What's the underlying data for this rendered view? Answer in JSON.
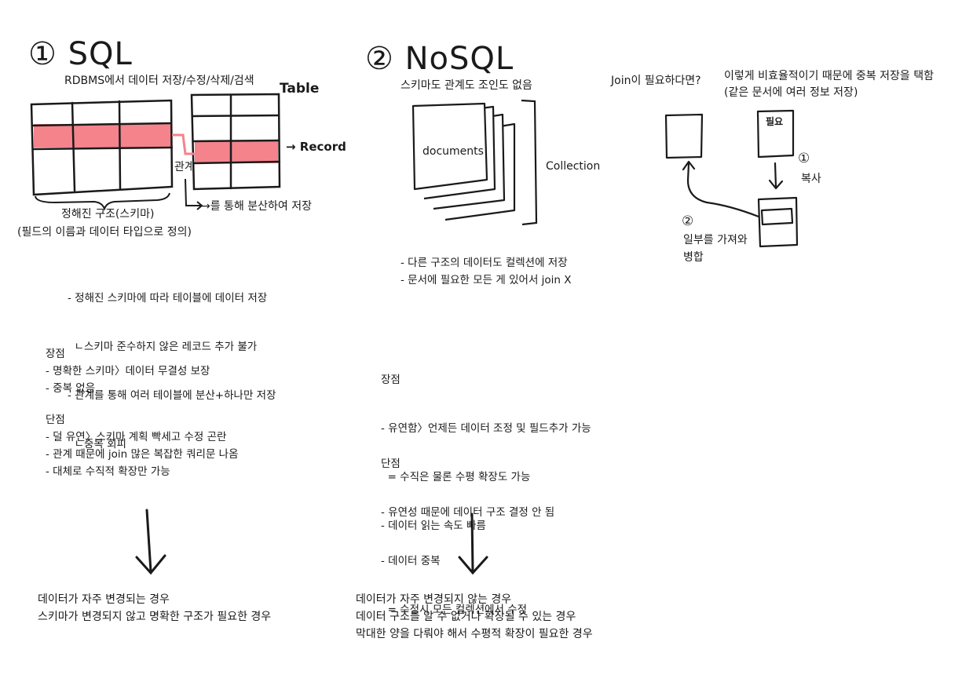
{
  "sql": {
    "title": "① SQL",
    "subtitle": "RDBMS에서 데이터 저장/수정/삭제/검색",
    "table_label": "Table",
    "record_label": "→ Record",
    "relation_label": "관계",
    "relation_note": "→를 통해 분산하여 저장",
    "schema_line1": "정해진 구조(스키마)",
    "schema_line2": "(필드의 이름과 데이터 타입으로 정의)",
    "notes": [
      "- 정해진 스키마에 따라 테이블에 데이터 저장",
      "  ㄴ스키마 준수하지 않은 레코드 추가 불가",
      "- 관계를 통해 여러 테이블에 분산+하나만 저장",
      "  ㄴ중복 회피"
    ],
    "pros_title": "장점",
    "pros": [
      "- 명확한 스키마〉데이터 무결성 보장",
      "- 중복 없음"
    ],
    "cons_title": "단점",
    "cons": [
      "- 덜 유연〉스키마 계획 빡세고 수정 곤란",
      "- 관계 때문에 join 많은 복잡한 쿼리문 나옴",
      "- 대체로 수직적 확장만 가능"
    ],
    "conclusion": [
      "데이터가 자주 변경되는 경우",
      "스키마가 변경되지 않고 명확한 구조가 필요한 경우"
    ]
  },
  "nosql": {
    "title": "② NoSQL",
    "subtitle": "스키마도 관계도 조인도 없음",
    "documents_label": "documents",
    "collection_label": "Collection",
    "notes": [
      "- 다른 구조의 데이터도 컬렉션에 저장",
      "- 문서에 필요한 모든 게 있어서 join X"
    ],
    "pros_title": "장점",
    "pros": [
      "- 유연함〉언제든 데이터 조정 및 필드추가 가능",
      "  = 수직은 물론 수평 확장도 가능",
      "- 데이터 읽는 속도 빠름"
    ],
    "cons_title": "단점",
    "cons": [
      "- 유연성 때문에 데이터 구조 결정 안 됨",
      "- 데이터 중복",
      "  = 수정시 모든 컬렉션에서 수정"
    ],
    "conclusion": [
      "데이터가 자주 변경되지 않는 경우",
      "데이터 구조를 알 수 없거나 확장될 수 있는 경우",
      "막대한 양을 다뤄야 해서 수평적 확장이 필요한 경우"
    ]
  },
  "join": {
    "question": "Join이 필요하다면?",
    "answer_line1": "이렇게 비효율적이기 때문에 중복 저장을 택함",
    "answer_line2": "(같은 문서에 여러 정보 저장)",
    "needed_label": "필요",
    "step1_marker": "①",
    "step1_label": "복사",
    "step2_marker": "②",
    "step2_line1": "일부를 가져와",
    "step2_line2": "병합"
  },
  "colors": {
    "ink": "#1a1a1a",
    "highlight": "#f4838c"
  }
}
